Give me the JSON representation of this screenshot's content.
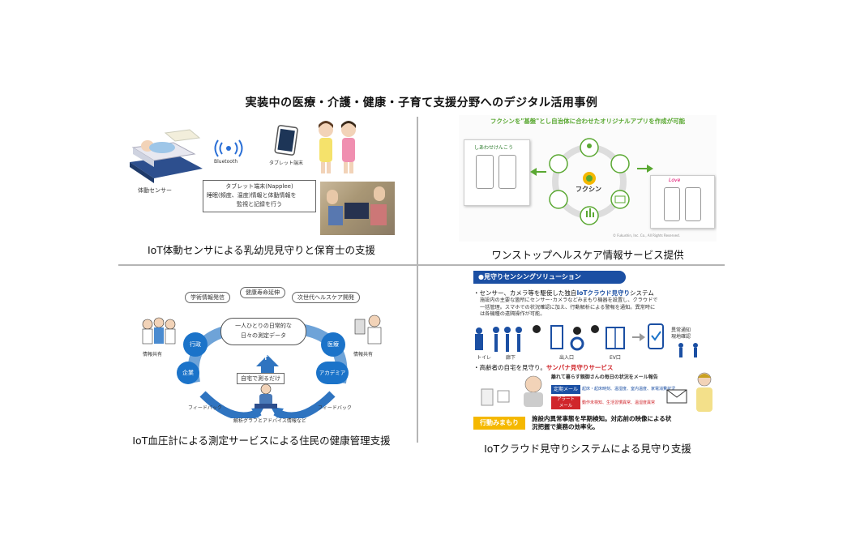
{
  "page_title": "実装中の医療・介護・健康・子育て支援分野へのデジタル活用事例",
  "q1": {
    "caption": "IoT体動センサによる乳幼児見守りと保育士の支援",
    "sensor_label": "体動センサー",
    "bluetooth_label": "Bluetooth",
    "tablet_label": "タブレット端末",
    "box_text_1": "タブレット端末(Napplee)",
    "box_text_2": "睡眠(頻度、温度)情報と体動情報を",
    "box_text_3": "監視と記録を行う",
    "colors": {
      "mat": "#2d4f8e",
      "bluetooth": "#2a6fd6"
    }
  },
  "q2": {
    "caption": "ワンストップヘルスケア情報サービス提供",
    "header": "フクシンを\"基盤\"とし自治体に合わせたオリジナルアプリを作成が可能",
    "app_left_label": "しあわせけんこう",
    "app_right_label": "Love",
    "center_logo": "フクシン",
    "footer_note": "© Fukushin, Inc. Co., All Rights Reserved.",
    "colors": {
      "green": "#5aa832",
      "header": "#5aa832"
    }
  },
  "q3": {
    "caption": "IoT血圧計による測定サービスによる住民の健康管理支援",
    "top_items": [
      "学術情報発信",
      "健康寿命延伸",
      "次世代ヘルスケア開発"
    ],
    "center_text_1": "一人ひとりの日常的な",
    "center_text_2": "日々の測定データ",
    "left_items": [
      "行政",
      "企業"
    ],
    "right_items": [
      "医療",
      "アカデミア"
    ],
    "info_share_left": "情報共有",
    "info_share_right": "情報共有",
    "iot_label": "IoT",
    "home_measure": "自宅で測るだけ",
    "feedback_left": "フィードバック",
    "feedback_right": "フィードバック",
    "bottom_note": "解析グラフとアドバイス情報など",
    "colors": {
      "blue": "#1b73c9",
      "arrow": "#5b9bd5"
    }
  },
  "q4": {
    "caption": "IoTクラウド見守りシステムによる見守り支援",
    "header": "●見守りセンシングソリューション",
    "bullet1_pre": "・センサー、カメラ等を駆使した独自",
    "bullet1_em": "IoTクラウド見守り",
    "bullet1_post": "システム",
    "desc1": "施設内の主要な箇所にセンサー･カメラなどみまもり機器を設置し、クラウドで",
    "desc2": "一括管理。スマホでの状況確認に加え、行動解析による警報を通知。異常時に",
    "desc3": "は各機種の遠隔操作が可能。",
    "locations": [
      "トイレ",
      "廊下",
      "出入口",
      "EV口"
    ],
    "alert_label_1": "異常通知",
    "alert_label_2": "現地確認",
    "bullet2_pre": "・高齢者の自宅を見守り。",
    "bullet2_em": "サンパナ見守りサービス",
    "remote_note": "離れて暮らす親御さんの毎日の状況をメール報告",
    "mail1_tag": "定期メール",
    "mail1_text": "起床・起床時刻、温湿度、室内温度、家電消費状況",
    "mail2_tag_1": "アラート",
    "mail2_tag_2": "メール",
    "mail2_text": "動作未検知、生活習慣異常、温湿度異常",
    "watch_tag": "行動みまもり",
    "watch_text_1": "施設内異常事態を早期検知。対応前の映像による状",
    "watch_text_2": "況把握で業務の効率化。",
    "colors": {
      "header_bg": "#1b4fa3",
      "accent_red": "#d0262b",
      "watch_tag": "#f5b800"
    }
  }
}
